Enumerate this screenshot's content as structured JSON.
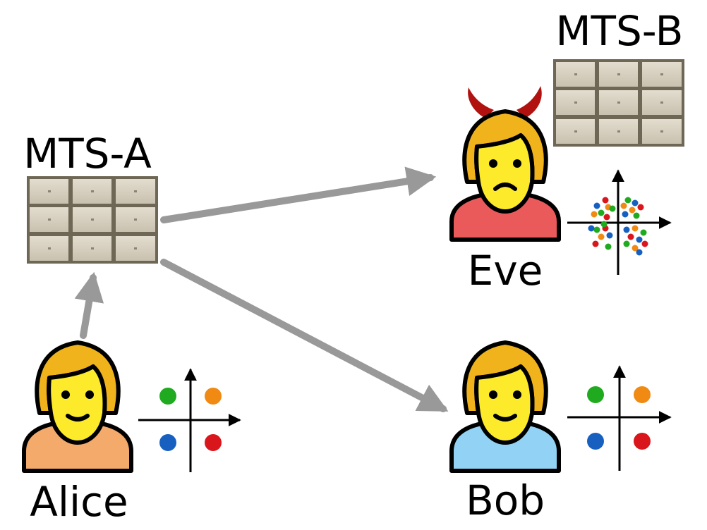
{
  "labels": {
    "mts_a": "MTS-A",
    "mts_b": "MTS-B",
    "alice": "Alice",
    "bob": "Bob",
    "eve": "Eve"
  },
  "colors": {
    "arrow": "#999999",
    "skin": "#FCEA2B",
    "hair": "#F1B31C",
    "outline": "#000000",
    "alice_shirt": "#F4AA6A",
    "bob_shirt": "#92D3F5",
    "eve_shirt": "#EA5A5A",
    "horns": "#B1120F",
    "dot_green": "#1FAA1F",
    "dot_orange": "#F08A12",
    "dot_blue": "#1760C0",
    "dot_red": "#D9161C",
    "panel": "#D6CFC0",
    "panel_frame": "#6F6755"
  },
  "icons": {
    "people": [
      "alice-person-icon",
      "bob-person-icon",
      "eve-devil-person-icon"
    ],
    "scatter": [
      "alice-scatter-icon",
      "bob-scatter-icon",
      "eve-scatter-icon"
    ],
    "modules": [
      "mts-a-module-icon",
      "mts-b-module-icon"
    ]
  }
}
